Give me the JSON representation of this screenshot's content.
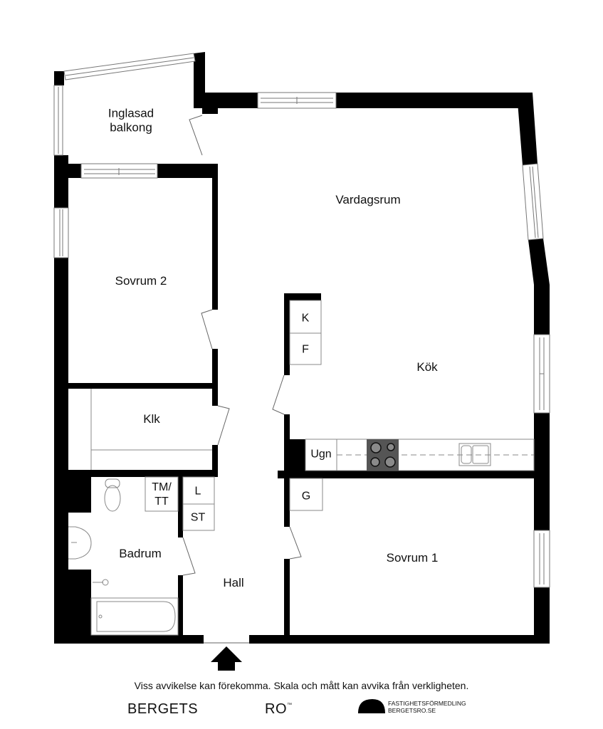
{
  "rooms": {
    "balcony": "Inglasad\nbalkong",
    "living_room": "Vardagsrum",
    "bedroom_2": "Sovrum 2",
    "kitchen": "Kök",
    "closet": "Klk",
    "bathroom": "Badrum",
    "hall": "Hall",
    "bedroom_1": "Sovrum 1"
  },
  "fixtures": {
    "fridge": "K",
    "freezer": "F",
    "oven": "Ugn",
    "wardrobe_g": "G",
    "washer_dryer": "TM/\nTT",
    "linen": "L",
    "storage": "ST"
  },
  "footer": {
    "disclaimer": "Viss avvikelse kan förekomma. Skala och mått kan avvika från verkligheten.",
    "brand_left": "BERGETS",
    "brand_right": "RO",
    "brand_tm": "™",
    "agency_line1": "FASTIGHETSFÖRMEDLING",
    "agency_line2": "BERGETSRO.SE"
  },
  "colors": {
    "wall": "#000000",
    "background": "#ffffff",
    "hob": "#555555",
    "burner": "#8a8a8a",
    "thin_line": "#888888"
  }
}
